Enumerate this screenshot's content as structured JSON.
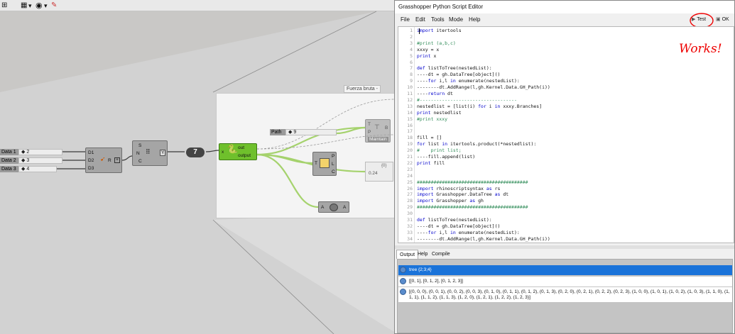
{
  "canvas": {
    "toolbar_eye_label": "▾",
    "inputs": [
      {
        "label": "Data 1",
        "value": "◆ 2"
      },
      {
        "label": "Data 2",
        "value": "◆ 3"
      },
      {
        "label": "Data 3",
        "value": "◆ 4"
      }
    ],
    "merge_node": {
      "pins": [
        "D1",
        "D2",
        "D3"
      ],
      "out": "R"
    },
    "sets_node": {
      "pins": [
        "S",
        "N",
        "C"
      ],
      "out": "Y"
    },
    "number_badge": "7",
    "python_node": {
      "input": "x",
      "outputs": [
        "out",
        "output"
      ]
    },
    "group_label": "Fuerza bruta -",
    "path_panel": {
      "label": "Path",
      "value": "◆ 9"
    },
    "maintain_node": {
      "pins": [
        "T",
        "P"
      ],
      "out": "B",
      "label": "Maintain"
    },
    "graph_node": {
      "pins": [
        "T"
      ],
      "outs": [
        "P",
        "L",
        "C"
      ]
    },
    "value_panel": {
      "header": "{0}",
      "value": "0.24"
    },
    "bool_node": {
      "left": "A",
      "right": "A"
    }
  },
  "editor": {
    "title": "Grasshopper Python Script Editor",
    "menu": [
      "File",
      "Edit",
      "Tools",
      "Mode",
      "Help"
    ],
    "test_label": "Test",
    "ok_label": "OK",
    "annotation": "Works!",
    "code_lines": [
      "import itertools",
      "",
      "#print (a,b,c)",
      "xxxy = x",
      "print x",
      "",
      "def listToTree(nestedList):",
      "----dt = gh.DataTree[object]()",
      "----for i,l in enumerate(nestedList):",
      "--------dt.AddRange(l,gh.Kernel.Data.GH_Path(i))",
      "----return dt",
      "#-----------------------------------",
      "nestedlist = [list(i) for i in xxxy.Branches]",
      "print nestedlist",
      "#print xxxy",
      "",
      "",
      "fill = []",
      "for list in itertools.product(*nestedlist):",
      "#    print list;",
      "----fill.append(list)",
      "print fill",
      "",
      "",
      "########################################",
      "import rhinoscriptsyntax as rs",
      "import Grasshopper.DataTree as dt",
      "import Grasshopper as gh",
      "########################################",
      "",
      "def listToTree(nestedList):",
      "----dt = gh.DataTree[object]()",
      "----for i,l in enumerate(nestedList):",
      "--------dt.AddRange(l,gh.Kernel.Data.GH_Path(i))"
    ],
    "tabs": [
      "Output",
      "Help",
      "Compile"
    ],
    "output_rows": [
      "tree {2;3;4}",
      "[[0, 1], [0, 1, 2], [0, 1, 2, 3]]",
      "[(0, 0, 0), (0, 0, 1), (0, 0, 2), (0, 0, 3), (0, 1, 0), (0, 1, 1), (0, 1, 2), (0, 1, 3), (0, 2, 0), (0, 2, 1), (0, 2, 2), (0, 2, 3), (1, 0, 0), (1, 0, 1), (1, 0, 2), (1, 0, 3), (1, 1, 0), (1, 1, 1), (1, 1, 2), (1, 1, 3), (1, 2, 0), (1, 2, 1), (1, 2, 2), (1, 2, 3)]"
    ]
  },
  "colors": {
    "python_node": "#6fc02c",
    "selection": "#1a73d9",
    "annotation": "#e00000"
  }
}
